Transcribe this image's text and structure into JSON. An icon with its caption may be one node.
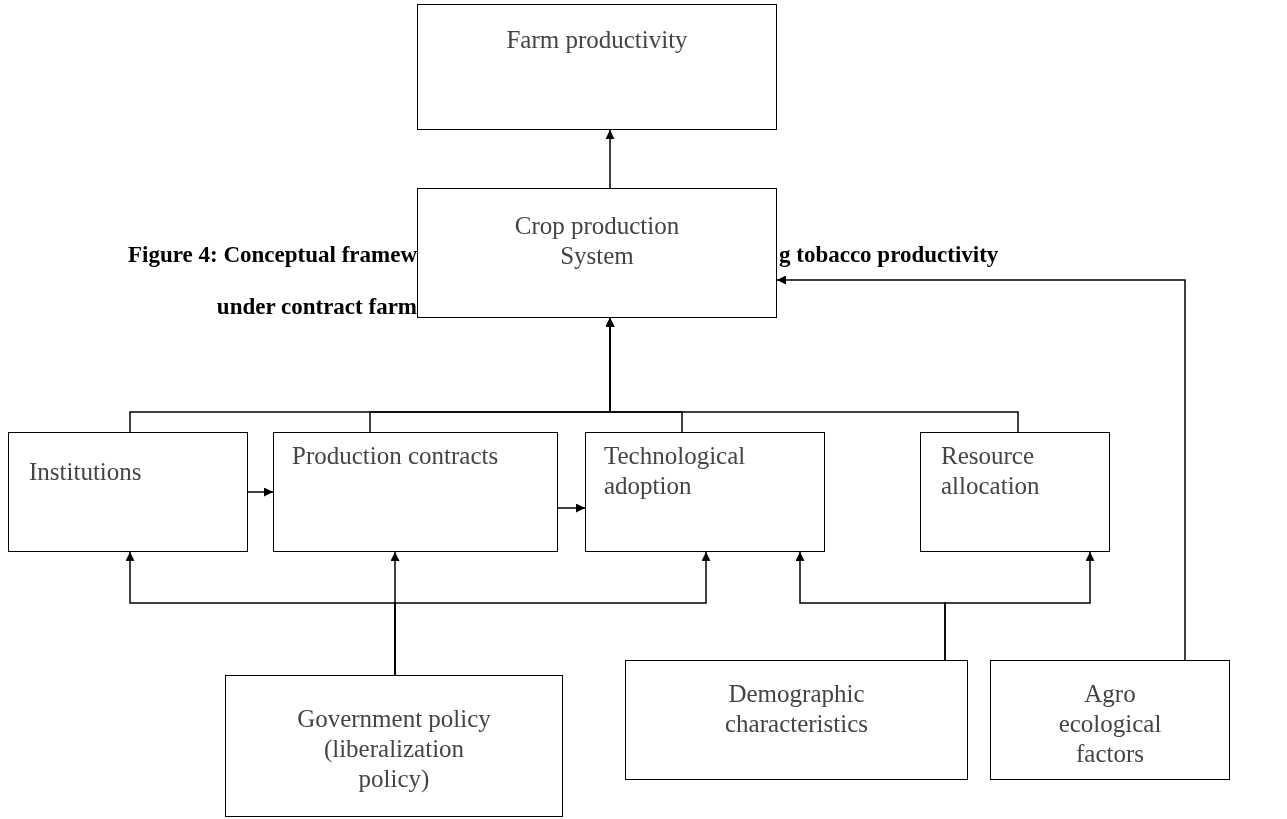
{
  "diagram": {
    "nodes": [
      {
        "text": [
          "Farm productivity"
        ]
      },
      {
        "text": [
          "Crop production System"
        ]
      },
      {
        "text": [
          "Institutions"
        ]
      },
      {
        "text": [
          "Production contracts"
        ]
      },
      {
        "text": [
          "Technological adoption"
        ]
      },
      {
        "text": [
          "Resource allocation"
        ]
      },
      {
        "text": [
          "Government policy (liberalization policy)"
        ]
      },
      {
        "text": [
          "Demographic characteristics"
        ]
      },
      {
        "text": [
          "Agro ecological factors"
        ]
      }
    ],
    "edges": [
      {
        "from": 1,
        "to": 0,
        "arrow": "to"
      },
      {
        "from": 2,
        "to": 1,
        "arrow": "to"
      },
      {
        "from": 3,
        "to": 1,
        "arrow": "to"
      },
      {
        "from": 4,
        "to": 1,
        "arrow": "to"
      },
      {
        "from": 5,
        "to": 1,
        "arrow": "to"
      },
      {
        "from": 2,
        "to": 3,
        "arrow": "to"
      },
      {
        "from": 3,
        "to": 4,
        "arrow": "to"
      },
      {
        "from": 6,
        "to": 2,
        "arrow": "to"
      },
      {
        "from": 6,
        "to": 3,
        "arrow": "to"
      },
      {
        "from": 6,
        "to": 4,
        "arrow": "to"
      },
      {
        "from": 7,
        "to": 4,
        "arrow": "to"
      },
      {
        "from": 7,
        "to": 5,
        "arrow": "to"
      },
      {
        "from": 8,
        "to": 1,
        "arrow": "to"
      }
    ],
    "labels": [
      "Figure 4: Conceptual framew",
      "g tobacco productivity",
      "under contract farm"
    ]
  }
}
